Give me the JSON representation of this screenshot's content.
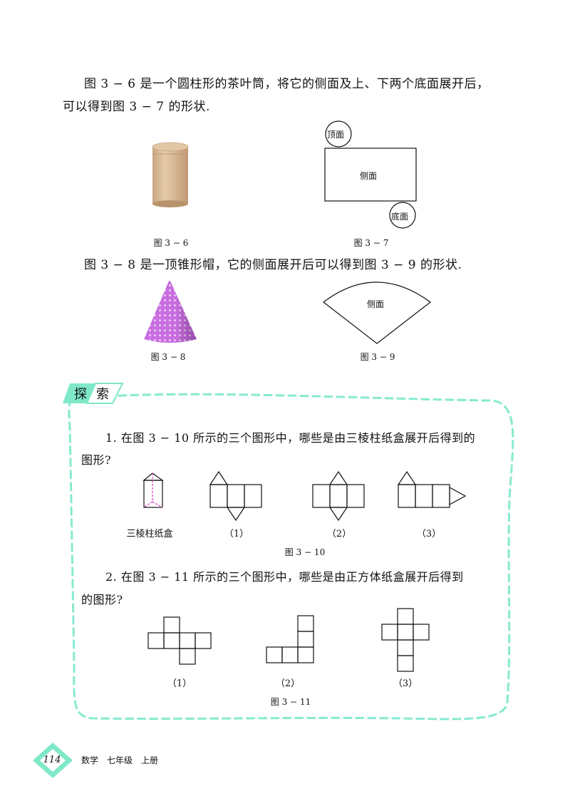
{
  "section1": {
    "para1_line1": "图 3 − 6 是一个圆柱形的茶叶筒，将它的侧面及上、下两个底面展开后，",
    "para1_line2": "可以得到图 3 − 7 的形状.",
    "fig36_caption": "图 3 − 6",
    "fig37_caption": "图 3 − 7",
    "fig37_labels": {
      "top": "顶面",
      "side": "侧面",
      "bottom": "底面"
    },
    "para2": "图 3 − 8 是一顶锥形帽，它的侧面展开后可以得到图 3 − 9 的形状.",
    "fig38_caption": "图 3 − 8",
    "fig39_caption": "图 3 − 9",
    "fig39_label": "侧面"
  },
  "explore": {
    "badge_char1": "探",
    "badge_char2": "索",
    "q1_line1": "1. 在图 3 − 10 所示的三个图形中，哪些是由三棱柱纸盒展开后得到的",
    "q1_line2": "图形?",
    "prism_label": "三棱柱纸盒",
    "fig310_labels": [
      "（1）",
      "（2）",
      "（3）"
    ],
    "fig310_caption": "图 3 − 10",
    "q2_line1": "2. 在图 3 − 11 所示的三个图形中，哪些是由正方体纸盒展开后得到",
    "q2_line2": "的图形?",
    "fig311_labels": [
      "（1）",
      "（2）",
      "（3）"
    ],
    "fig311_caption": "图 3 − 11"
  },
  "footer": {
    "page_number": "114",
    "book_title": "数学　七年级　上册"
  },
  "colors": {
    "accent_mint": "#7fe8c8",
    "cylinder_tan": "#d9b894",
    "cone_purple": "#c86ee0"
  }
}
